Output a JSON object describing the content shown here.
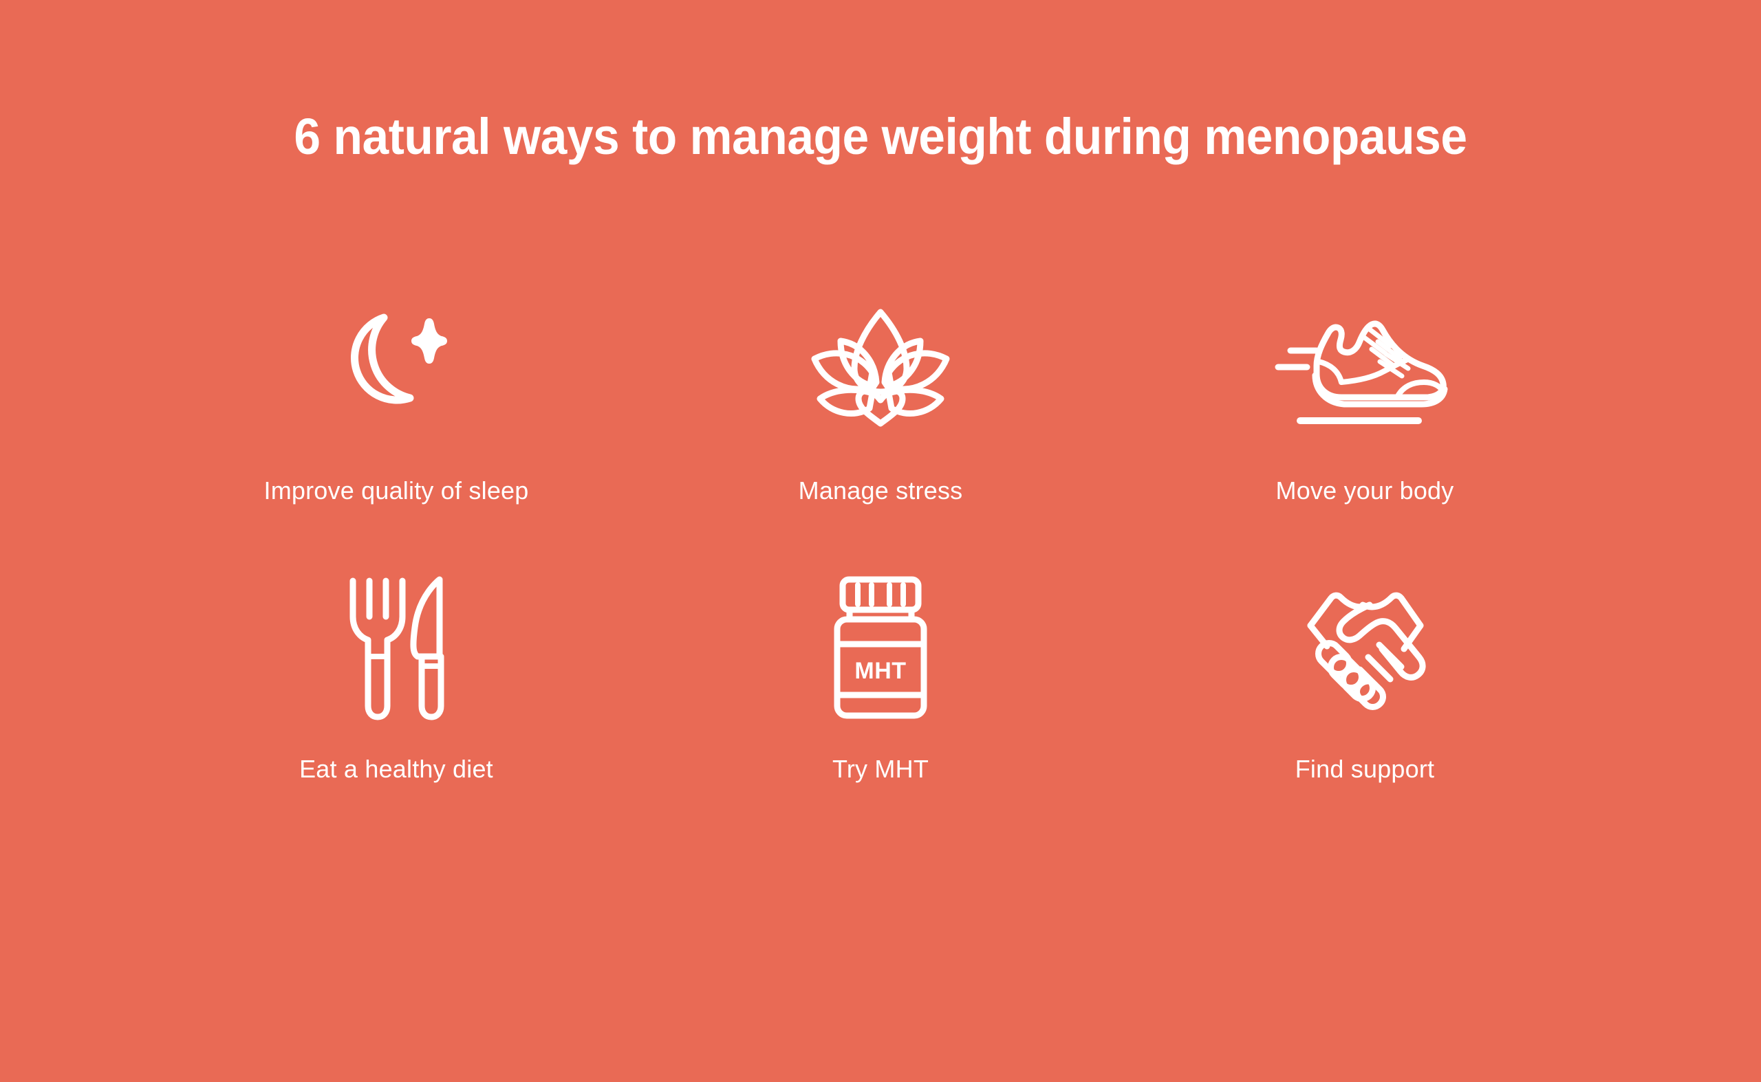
{
  "page": {
    "background_color": "#e96a55",
    "foreground_color": "#ffffff"
  },
  "header": {
    "title": "6 natural ways to manage weight during menopause"
  },
  "items": [
    {
      "icon": "crescent-moon-sparkle-icon",
      "label": "Improve quality of sleep",
      "row": 1,
      "column": 1
    },
    {
      "icon": "lotus-flower-icon",
      "label": "Manage stress",
      "row": 1,
      "column": 2
    },
    {
      "icon": "running-shoe-icon",
      "label": "Move your body",
      "row": 1,
      "column": 3
    },
    {
      "icon": "fork-and-knife-icon",
      "label": "Eat a healthy diet",
      "row": 2,
      "column": 1
    },
    {
      "icon": "pill-bottle-icon",
      "label": "Try MHT",
      "row": 2,
      "column": 2
    },
    {
      "icon": "handshake-icon",
      "label": "Find support",
      "row": 2,
      "column": 3
    }
  ],
  "icon_text": {
    "pill_bottle_label": "MHT"
  }
}
